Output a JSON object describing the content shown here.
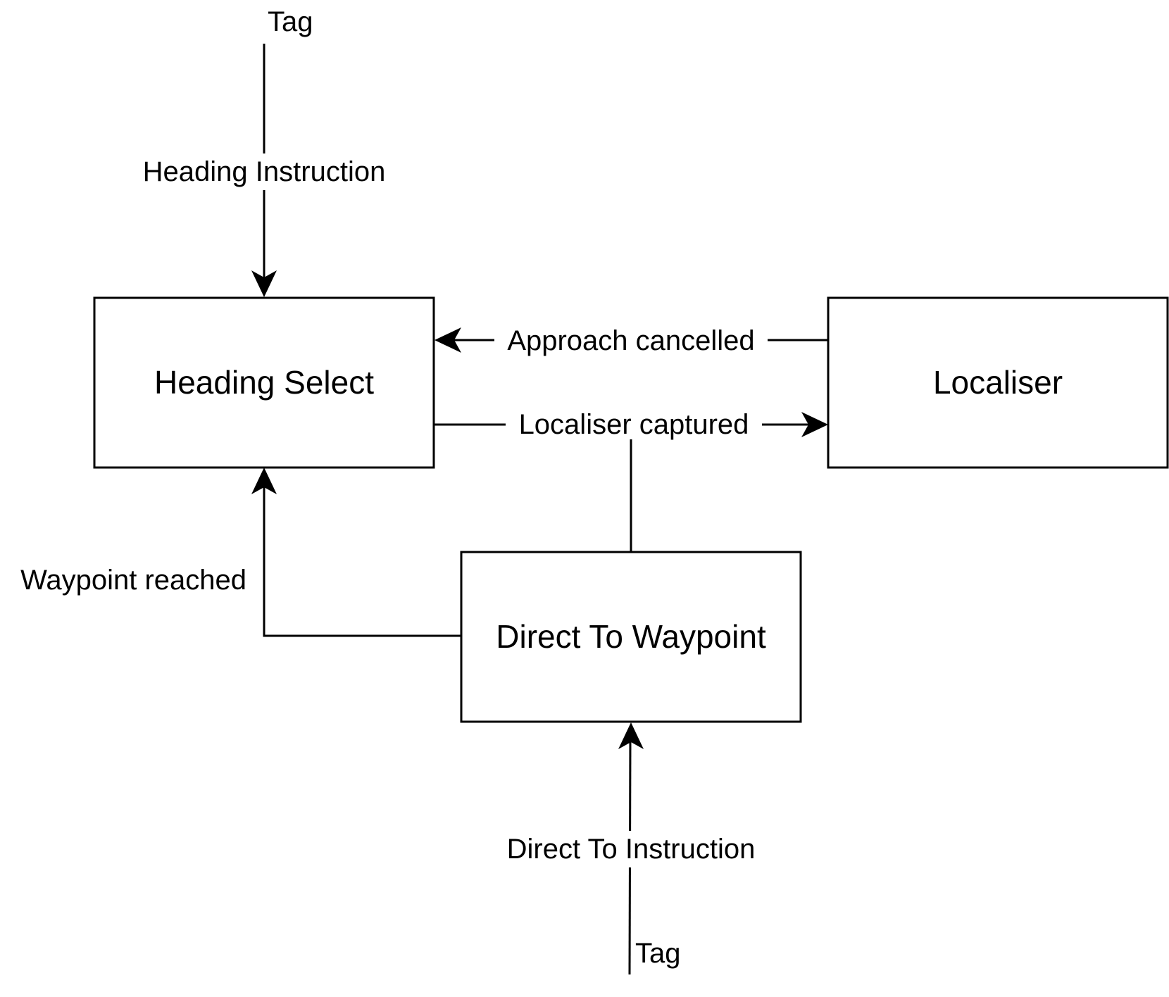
{
  "nodes": {
    "heading_select": "Heading Select",
    "localiser": "Localiser",
    "direct_to_waypoint": "Direct To Waypoint"
  },
  "edges": {
    "heading_instruction": "Heading Instruction",
    "approach_cancelled": "Approach cancelled",
    "localiser_captured": "Localiser captured",
    "waypoint_reached": "Waypoint reached",
    "direct_to_instruction": "Direct To Instruction"
  },
  "tags": {
    "top": "Tag",
    "bottom": "Tag"
  },
  "colors": {
    "stroke": "#000000",
    "background": "#ffffff"
  }
}
